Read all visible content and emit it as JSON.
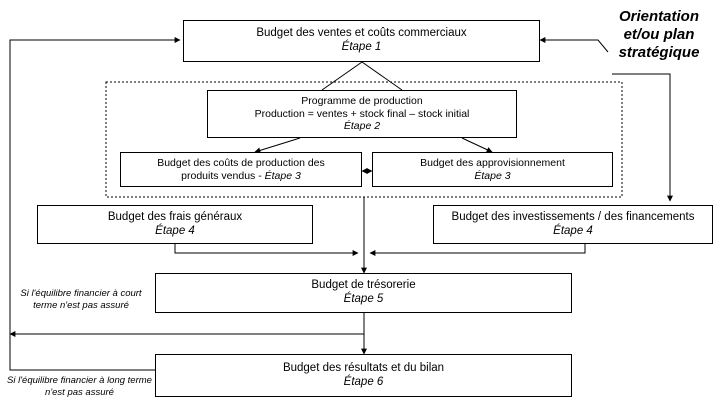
{
  "orientation": "Orientation et/ou plan stratégique",
  "boxes": {
    "ventes": {
      "title": "Budget des ventes et coûts commerciaux",
      "step": "Étape 1"
    },
    "production": {
      "title": "Programme de production",
      "formula": "Production = ventes + stock final – stock initial",
      "step": "Étape 2"
    },
    "couts_production": {
      "title": "Budget des coûts de production des produits vendus - ",
      "step": "Étape 3"
    },
    "approvisionnement": {
      "title": "Budget des approvisionnement",
      "step": "Étape 3"
    },
    "frais_generaux": {
      "title": "Budget des frais généraux",
      "step": "Étape 4"
    },
    "investissements": {
      "title": "Budget des investissements / des financements",
      "step": "Étape 4"
    },
    "tresorerie": {
      "title": "Budget de trésorerie",
      "step": "Étape 5"
    },
    "resultats": {
      "title": "Budget des résultats et du bilan",
      "step": "Étape 6"
    }
  },
  "notes": {
    "court_terme": "Si l'équilibre financier à court terme n'est pas assuré",
    "long_terme": "Si l'équilibre financier à long terme n'est pas assuré"
  }
}
